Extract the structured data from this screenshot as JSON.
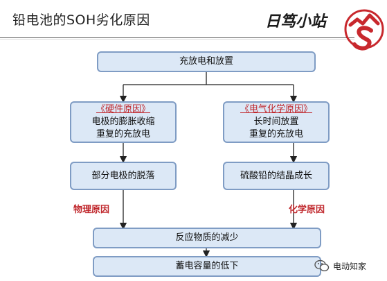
{
  "header": {
    "title": "铅电池的SOH劣化原因",
    "brand": "日笃小站"
  },
  "flow": {
    "top": "充放电和放置",
    "left": {
      "tag": "《硬件原因》",
      "line1": "电极的膨胀收缩",
      "line2": "重复的充放电",
      "result": "部分电极的脱落",
      "label": "物理原因"
    },
    "right": {
      "tag": "《电气化学原因》",
      "line1": "长时间放置",
      "line2": "重复的充放电",
      "result": "硫酸铅的结晶成长",
      "label": "化学原因"
    },
    "merge": "反应物质的减少",
    "final": "蓄电容量的低下"
  },
  "footer": {
    "account": "电动知家",
    "icon": "wechat-icon"
  },
  "colors": {
    "box_fill": "#dce8f6",
    "box_border": "#7f9cc4",
    "accent_red": "#c0282d"
  }
}
